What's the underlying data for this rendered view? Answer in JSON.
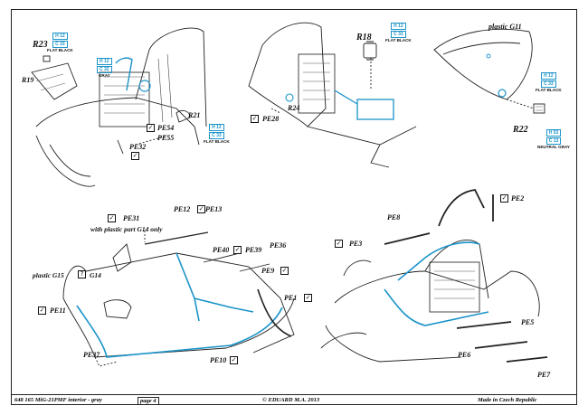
{
  "labels": {
    "r23": "R23",
    "r19": "R19",
    "r21": "R21",
    "pe54": "PE54",
    "pe55": "PE55",
    "pe32": "PE32",
    "r18": "R18",
    "pe28": "PE28",
    "r24": "R24",
    "plastic_g11": "plastic G11",
    "r22": "R22",
    "pe31": "PE31",
    "pe12": "PE12",
    "pe13": "PE13",
    "pe40": "PE40",
    "pe39": "PE39",
    "pe36": "PE36",
    "pe9": "PE9",
    "pe1": "PE1",
    "pe11": "PE11",
    "pe37": "PE37",
    "pe10": "PE10",
    "pe8": "PE8",
    "pe2": "PE2",
    "pe3": "PE3",
    "pe5": "PE5",
    "pe6": "PE6",
    "pe7": "PE7"
  },
  "notes": {
    "with_plastic": "with plastic part G14 only",
    "plastic_g15": "plastic G15",
    "g14": "G14"
  },
  "paints": {
    "flat_black_1": {
      "codes": [
        "H 12",
        "C 33"
      ],
      "name": "FLAT BLACK"
    },
    "gray_1": {
      "codes": [
        "H 12",
        "C 32"
      ],
      "name": "GRAY"
    },
    "flat_black_2": {
      "codes": [
        "H 12",
        "C 33"
      ],
      "name": "FLAT BLACK"
    },
    "flat_black_3": {
      "codes": [
        "H 12",
        "C 33"
      ],
      "name": "FLAT BLACK"
    },
    "flat_black_4": {
      "codes": [
        "H 12",
        "C 33"
      ],
      "name": "FLAT BLACK"
    },
    "neutral_gray": {
      "codes": [
        "H 53",
        "C 13"
      ],
      "name": "NEUTRAL GRAY"
    }
  },
  "symbols": {
    "bend": "✓",
    "question": "?"
  },
  "footer": {
    "product": "648 165  MiG-21PMF interior - gray",
    "page": "page 4",
    "copyright": "© EDUARD  M.A. 2013",
    "origin": "Made in Czech Republic"
  },
  "colors": {
    "accent": "#1a93c9",
    "ink": "#111111"
  }
}
